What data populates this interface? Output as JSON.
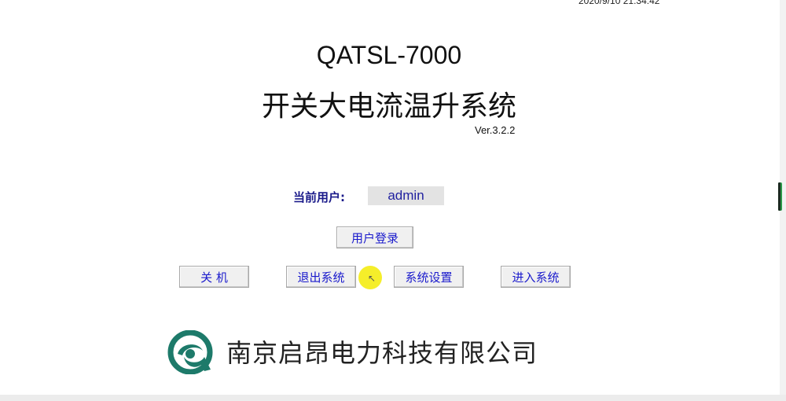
{
  "timestamp": "2020/9/10 21:34:42",
  "header": {
    "model": "QATSL-7000",
    "system_name": "开关大电流温升系统",
    "version": "Ver.3.2.2"
  },
  "user": {
    "label": "当前用户:",
    "value": "admin"
  },
  "buttons": {
    "login": "用户登录",
    "shutdown": "关 机",
    "exit": "退出系统",
    "settings": "系统设置",
    "enter": "进入系统"
  },
  "company": {
    "name": "南京启昂电力科技有限公司"
  },
  "colors": {
    "button_text": "#1a1acc",
    "label": "#1a1a8a",
    "logo": "#1d7a6a",
    "cursor_highlight": "#f5ee2a"
  }
}
